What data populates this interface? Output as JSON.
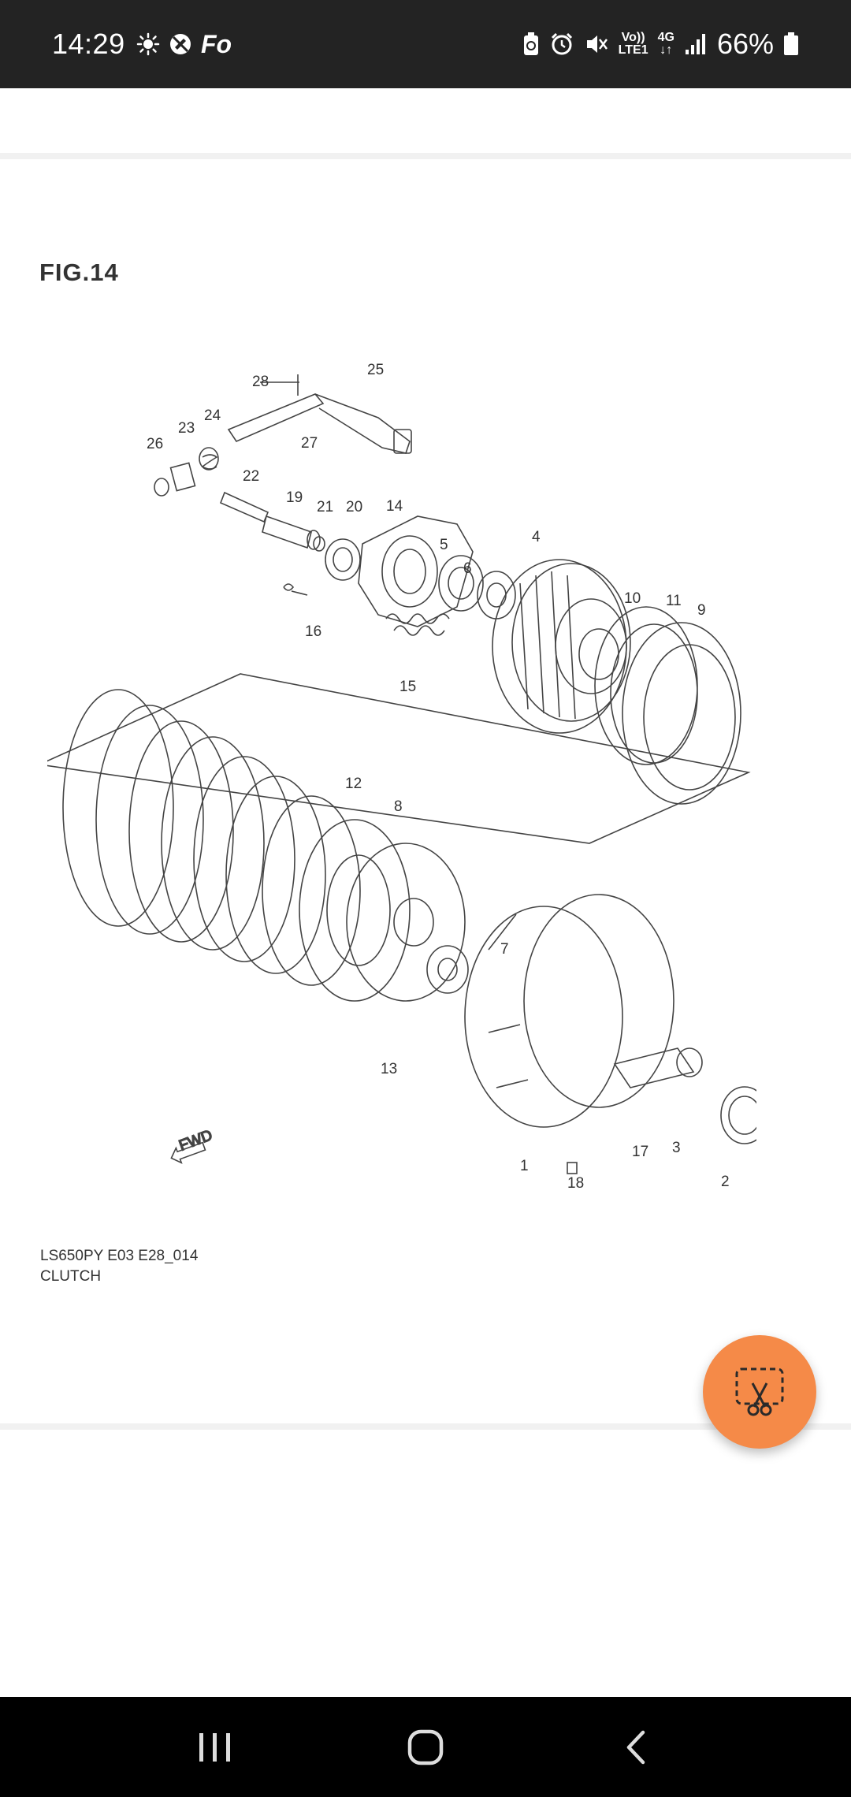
{
  "status_bar": {
    "time": "14:29",
    "battery_percent": "66%",
    "network_label_top": "Vo))",
    "network_label_bottom": "LTE1",
    "network_type": "4G",
    "icons": [
      "brightness-icon",
      "location-off-icon",
      "fo-app-icon",
      "battery-saver-icon",
      "alarm-icon",
      "mute-icon",
      "signal-icon",
      "battery-icon"
    ]
  },
  "document": {
    "figure_title": "FIG.14",
    "caption_code": "LS650PY E03 E28_014",
    "caption_name": "CLUTCH",
    "fwd_label": "FWD",
    "part_numbers": [
      "1",
      "2",
      "3",
      "4",
      "5",
      "6",
      "7",
      "8",
      "9",
      "10",
      "11",
      "12",
      "13",
      "14",
      "15",
      "16",
      "17",
      "18",
      "19",
      "20",
      "21",
      "22",
      "23",
      "24",
      "25",
      "26",
      "27",
      "28"
    ]
  },
  "fab": {
    "icon": "screenshot-crop-icon"
  },
  "nav_bar": {
    "icons": [
      "recent-apps-icon",
      "home-icon",
      "back-icon"
    ]
  }
}
